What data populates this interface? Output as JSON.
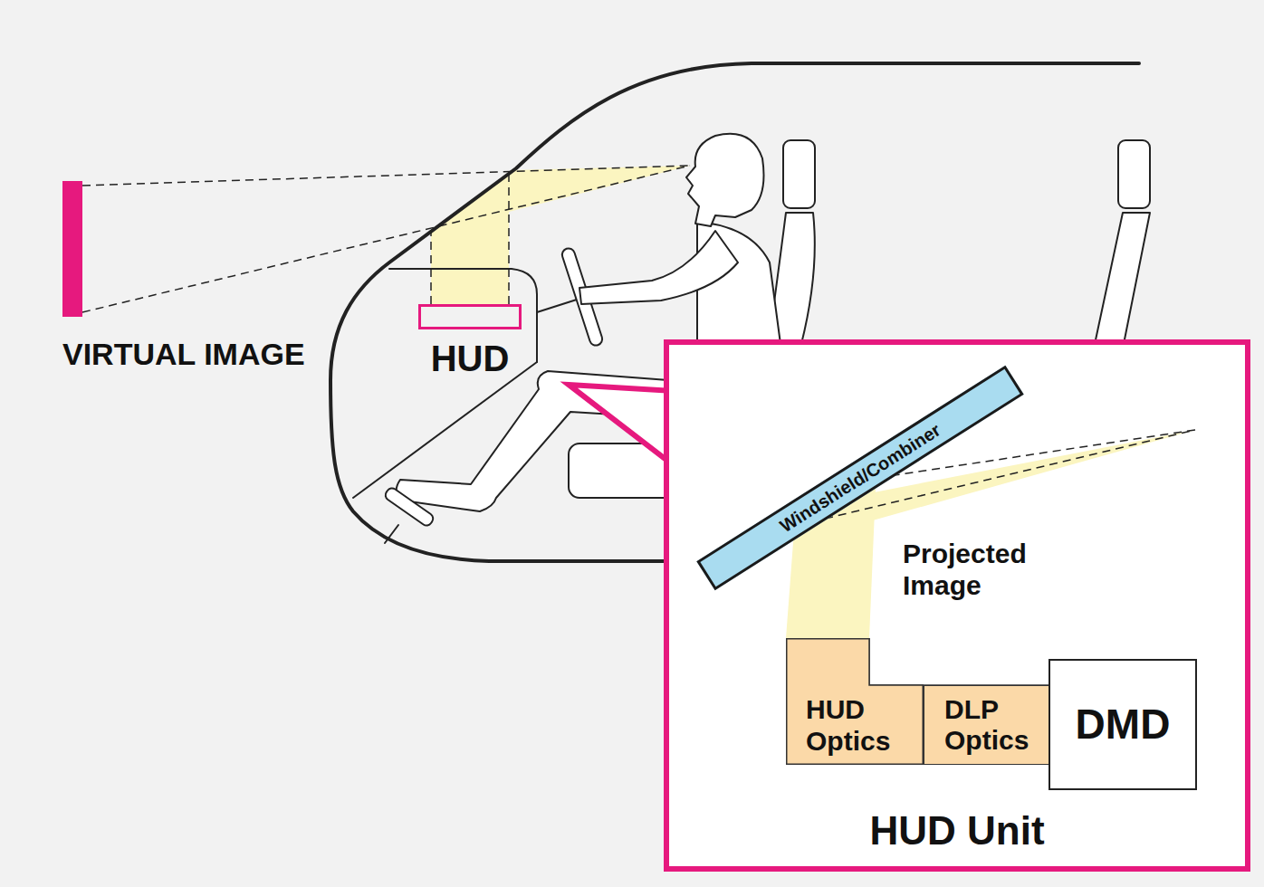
{
  "diagram": {
    "nodes": [
      {
        "text": [
          "VIRTUAL IMAGE"
        ]
      },
      {
        "text": [
          "HUD"
        ]
      },
      {
        "text": [
          "HUD Unit"
        ]
      },
      {
        "text": [
          "Windshield/Combiner"
        ],
        "in": 2
      },
      {
        "text": [
          "HUD Optics"
        ],
        "in": 2
      },
      {
        "text": [
          "DLP Optics"
        ],
        "in": 2
      },
      {
        "text": [
          "DMD"
        ],
        "in": 2
      }
    ],
    "labels": [
      "Projected Image"
    ]
  }
}
